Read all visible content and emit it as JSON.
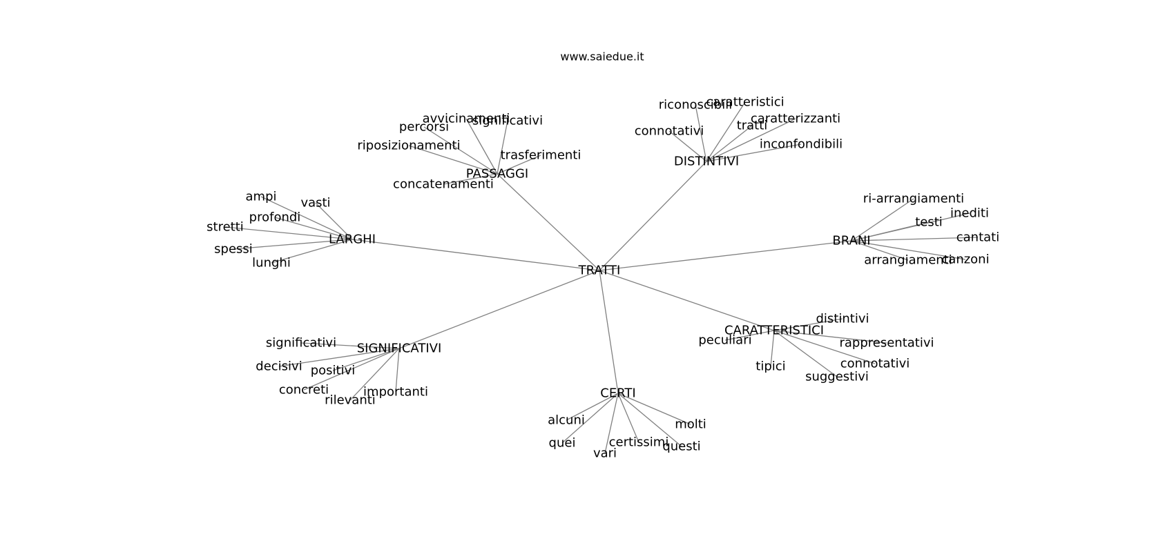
{
  "title": "www.saiedue.it",
  "colors": {
    "edge": "#808080",
    "text": "#000000",
    "background": "#ffffff"
  },
  "center": {
    "label": "TRATTI"
  },
  "groups": [
    {
      "label": "PASSAGGI",
      "leaves": [
        "avvicinamenti",
        "significativi",
        "percorsi",
        "riposizionamenti",
        "trasferimenti",
        "concatenamenti"
      ]
    },
    {
      "label": "DISTINTIVI",
      "leaves": [
        "riconoscibili",
        "caratteristici",
        "tratti",
        "caratterizzanti",
        "connotativi",
        "inconfondibili"
      ]
    },
    {
      "label": "LARGHI",
      "leaves": [
        "ampi",
        "vasti",
        "profondi",
        "stretti",
        "spessi",
        "lunghi"
      ]
    },
    {
      "label": "BRANI",
      "leaves": [
        "ri-arrangiamenti",
        "inediti",
        "testi",
        "cantati",
        "arrangiamenti",
        "canzoni"
      ]
    },
    {
      "label": "CARATTERISTICI",
      "leaves": [
        "distintivi",
        "peculiari",
        "rappresentativi",
        "connotativi",
        "tipici",
        "suggestivi"
      ]
    },
    {
      "label": "SIGNIFICATIVI",
      "leaves": [
        "significativi",
        "decisivi",
        "positivi",
        "concreti",
        "importanti",
        "rilevanti"
      ]
    },
    {
      "label": "CERTI",
      "leaves": [
        "alcuni",
        "molti",
        "quei",
        "certissimi",
        "questi",
        "vari"
      ]
    }
  ]
}
